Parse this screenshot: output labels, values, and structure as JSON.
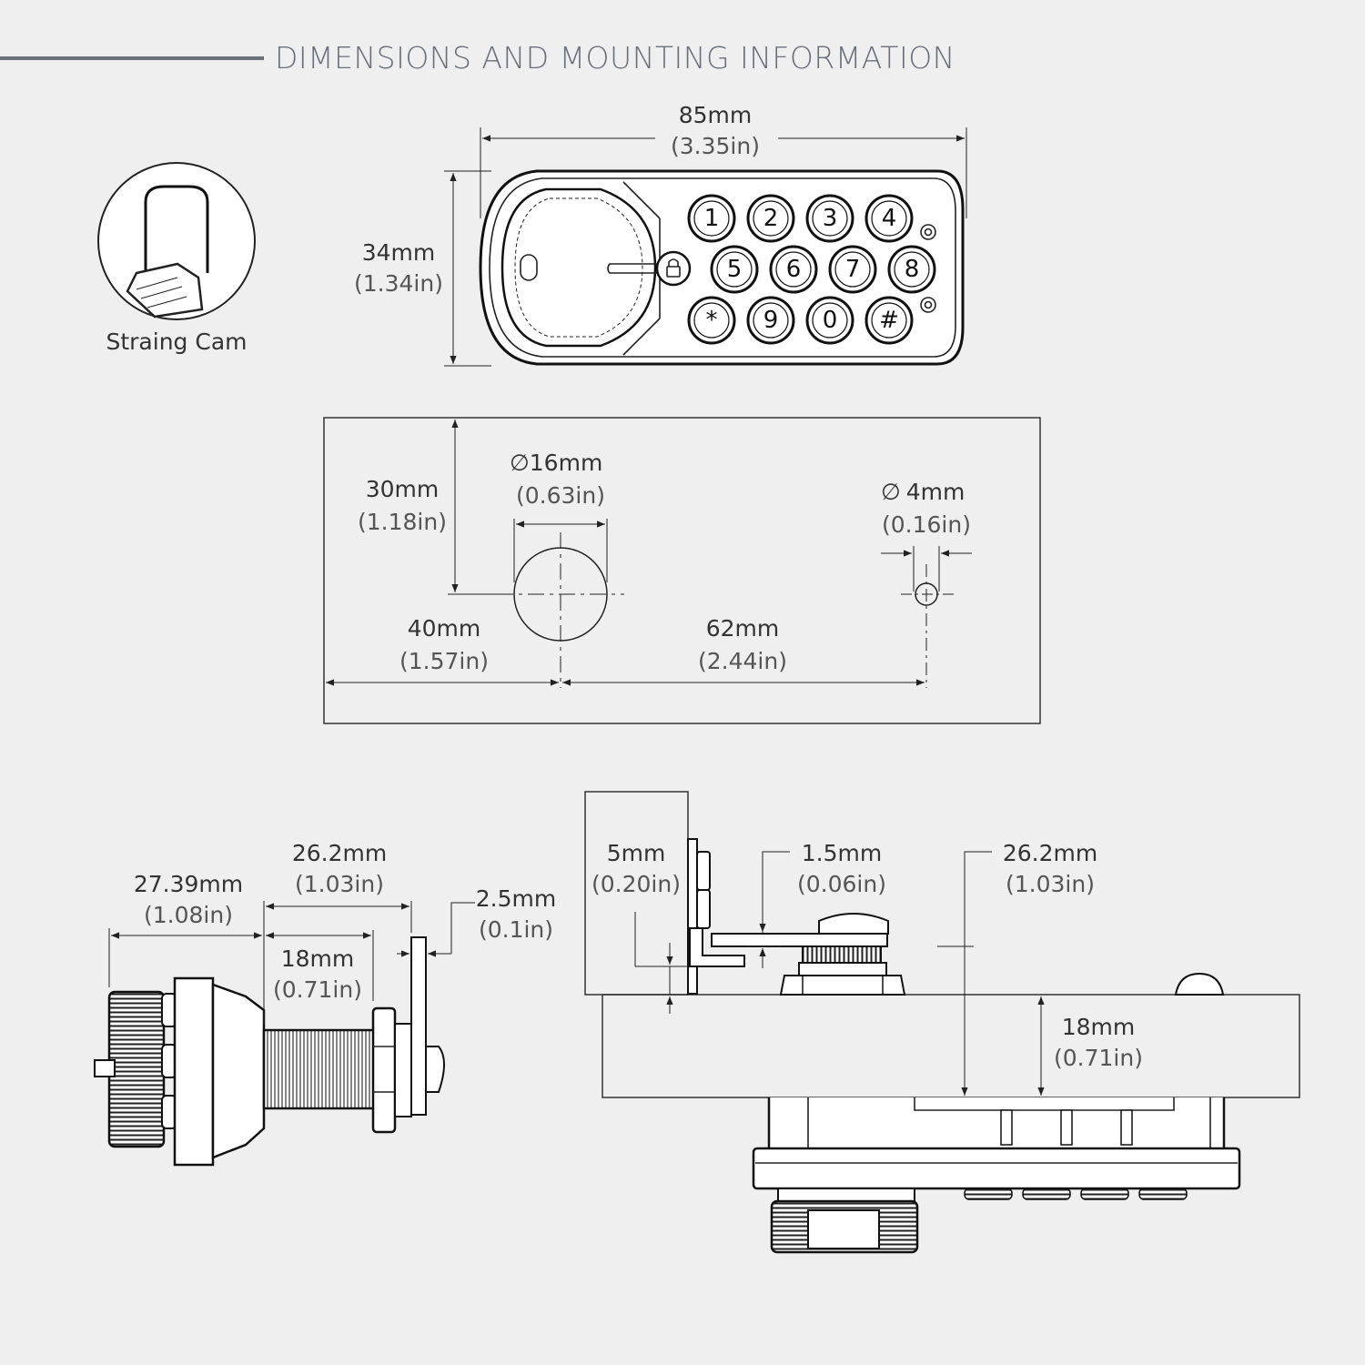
{
  "header": {
    "title": "DIMENSIONS AND MOUNTING INFORMATION"
  },
  "inset": {
    "caption": "Straing Cam"
  },
  "keypad": {
    "width": {
      "mm": "85mm",
      "in": "(3.35in)"
    },
    "height": {
      "mm": "34mm",
      "in": "(1.34in)"
    },
    "keys": [
      "1",
      "2",
      "3",
      "4",
      "5",
      "6",
      "7",
      "8",
      "*",
      "9",
      "0",
      "#"
    ]
  },
  "template": {
    "hole_large": {
      "mm": "16mm",
      "in": "(0.63in)",
      "symbol": "∅"
    },
    "hole_small": {
      "mm": "4mm",
      "in": "(0.16in)",
      "symbol": "∅"
    },
    "vertical": {
      "mm": "30mm",
      "in": "(1.18in)"
    },
    "left_offset": {
      "mm": "40mm",
      "in": "(1.57in)"
    },
    "hole_spacing": {
      "mm": "62mm",
      "in": "(2.44in)"
    }
  },
  "side_view": {
    "total": {
      "mm": "27.39mm",
      "in": "(1.08in)"
    },
    "thread": {
      "mm": "26.2mm",
      "in": "(1.03in)"
    },
    "inner": {
      "mm": "18mm",
      "in": "(0.71in)"
    },
    "cam": {
      "mm": "2.5mm",
      "in": "(0.1in)"
    }
  },
  "mount_view": {
    "offset": {
      "mm": "5mm",
      "in": "(0.20in)"
    },
    "washer": {
      "mm": "1.5mm",
      "in": "(0.06in)"
    },
    "thread": {
      "mm": "26.2mm",
      "in": "(1.03in)"
    },
    "panel": {
      "mm": "18mm",
      "in": "(0.71in)"
    }
  }
}
